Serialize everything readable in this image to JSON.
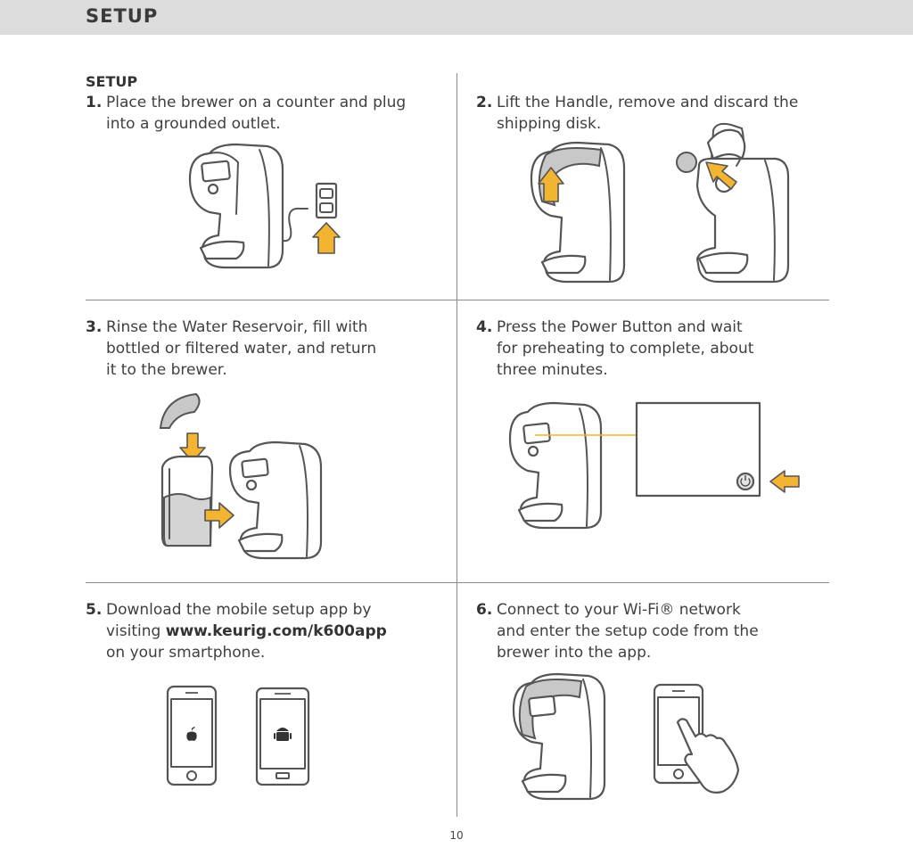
{
  "header": {
    "title": "SETUP"
  },
  "section": {
    "title": "SETUP"
  },
  "steps": [
    {
      "num": "1.",
      "line1": "Place the brewer on a counter and plug",
      "line2": "into a grounded outlet."
    },
    {
      "num": "2.",
      "line1": "Lift the Handle, remove and discard the",
      "line2": "shipping disk."
    },
    {
      "num": "3.",
      "line1": "Rinse the Water Reservoir, fill with",
      "line2": "bottled or filtered water, and return",
      "line3": "it to the brewer."
    },
    {
      "num": "4.",
      "line1": "Press the Power Button and wait",
      "line2": "for preheating to complete, about",
      "line3": "three minutes."
    },
    {
      "num": "5.",
      "line1": "Download the mobile setup app by",
      "line2_pre": "visiting ",
      "line2_url": "www.keurig.com/k600app",
      "line3": "on your smartphone."
    },
    {
      "num": "6.",
      "line1": "Connect to your Wi-Fi® network",
      "line2": "and enter the setup code from the",
      "line3": "brewer into the app."
    }
  ],
  "footer": {
    "page_number": "10"
  },
  "colors": {
    "header_bg": "#dcdcdc",
    "arrow": "#f2b431",
    "line": "#555555"
  },
  "icons": [
    "apple-icon",
    "android-icon",
    "power-icon"
  ]
}
